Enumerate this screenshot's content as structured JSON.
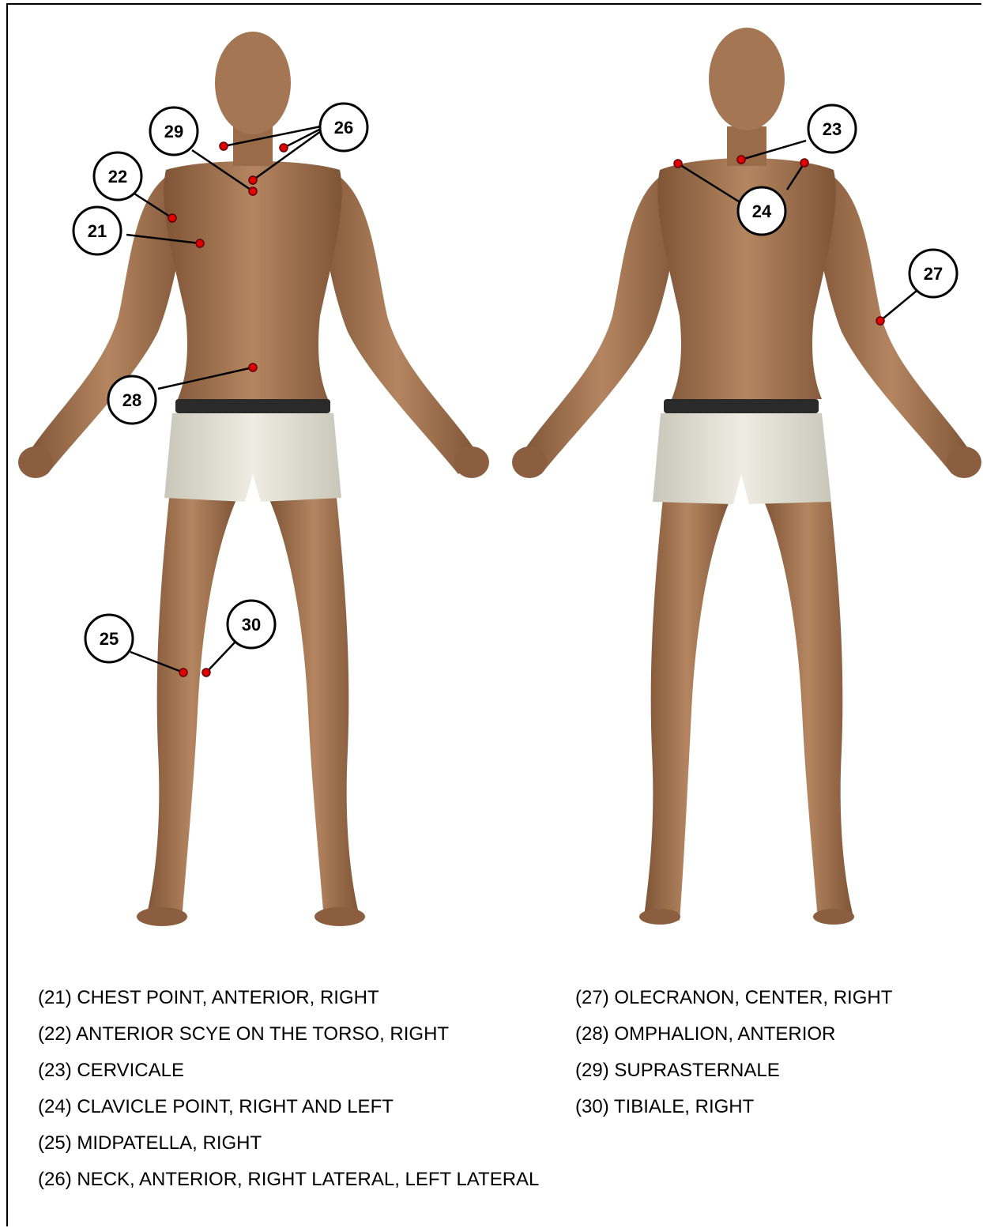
{
  "callouts": {
    "c21": "21",
    "c22": "22",
    "c23": "23",
    "c24": "24",
    "c25": "25",
    "c26": "26",
    "c27": "27",
    "c28": "28",
    "c29": "29",
    "c30": "30"
  },
  "legend": {
    "left": [
      "(21) CHEST POINT, ANTERIOR, RIGHT",
      "(22) ANTERIOR SCYE ON THE TORSO, RIGHT",
      "(23) CERVICALE",
      "(24) CLAVICLE POINT, RIGHT AND LEFT",
      "(25) MIDPATELLA, RIGHT",
      "(26) NECK, ANTERIOR, RIGHT LATERAL, LEFT LATERAL"
    ],
    "right": [
      "(27) OLECRANON, CENTER, RIGHT",
      "(28) OMPHALION, ANTERIOR",
      "(29) SUPRASTERNALE",
      "(30) TIBIALE, RIGHT"
    ]
  },
  "colors": {
    "skin": "#a87a55",
    "skin_shadow": "#7a5236",
    "underwear": "#e6e4d8",
    "waistband": "#2a2a2a",
    "landmark_dot": "#e00000"
  }
}
